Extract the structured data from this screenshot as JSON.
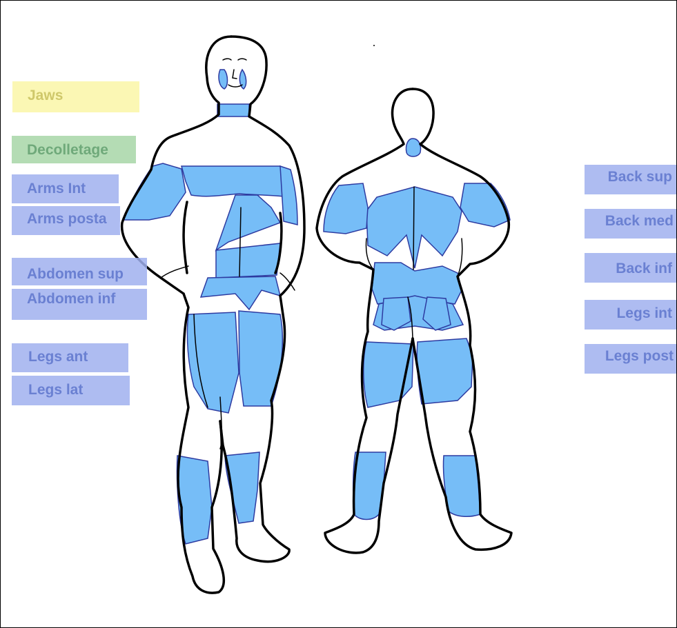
{
  "zones_left": [
    {
      "id": "jaws",
      "label": "Jaws",
      "color": "yellow"
    },
    {
      "id": "decolletage",
      "label": "Decolletage",
      "color": "green"
    },
    {
      "id": "arms-int",
      "label": "Arms Int",
      "color": "blue"
    },
    {
      "id": "arms-post",
      "label": "Arms posta",
      "color": "blue"
    },
    {
      "id": "abdomen-sup",
      "label": "Abdomen sup",
      "color": "blue"
    },
    {
      "id": "abdomen-inf",
      "label": "Abdomen inf",
      "color": "blue"
    },
    {
      "id": "legs-ant",
      "label": "Legs ant",
      "color": "blue"
    },
    {
      "id": "legs-lat",
      "label": "Legs lat",
      "color": "blue"
    }
  ],
  "zones_right": [
    {
      "id": "back-sup",
      "label": "Back sup",
      "color": "blue"
    },
    {
      "id": "back-med",
      "label": "Back med",
      "color": "blue"
    },
    {
      "id": "back-inf",
      "label": "Back inf",
      "color": "blue"
    },
    {
      "id": "legs-int",
      "label": "Legs int",
      "color": "blue"
    },
    {
      "id": "legs-post",
      "label": "Legs post",
      "color": "blue"
    }
  ],
  "colors": {
    "zone_fill": "#76bdf7",
    "zone_stroke": "#2d3aa0",
    "label_blue_bg": "#a0b0ee",
    "label_blue_text": "#6a80d2",
    "label_yellow_bg": "#fbf7b4",
    "label_yellow_text": "#cfc86a",
    "label_green_bg": "#b4dcb4",
    "label_green_text": "#6fa97a"
  }
}
